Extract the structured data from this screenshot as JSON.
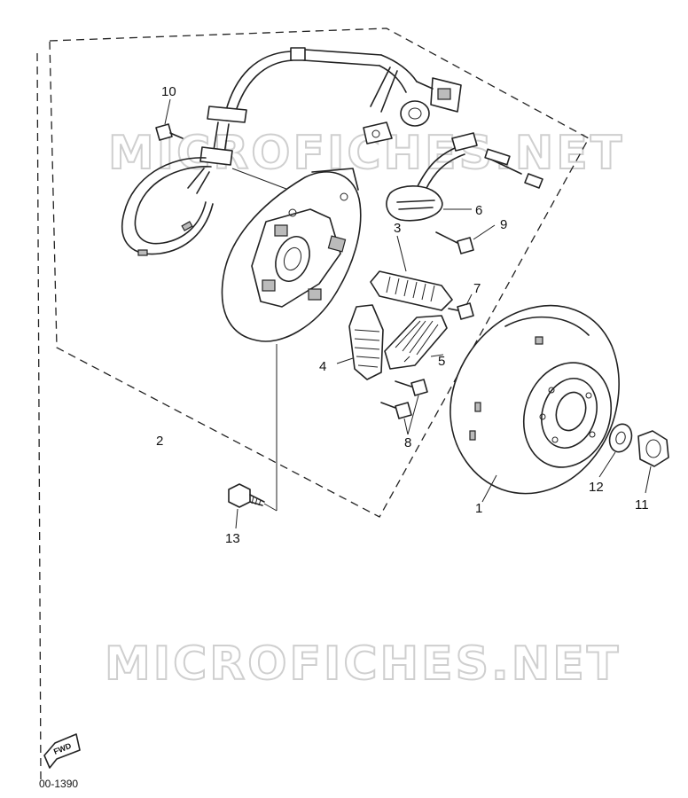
{
  "watermarks": [
    "MICROFICHES.NET",
    "MICROFICHES.NET"
  ],
  "callouts": [
    {
      "id": "1",
      "label": "1"
    },
    {
      "id": "2",
      "label": "2"
    },
    {
      "id": "3",
      "label": "3"
    },
    {
      "id": "4",
      "label": "4"
    },
    {
      "id": "5",
      "label": "5"
    },
    {
      "id": "6",
      "label": "6"
    },
    {
      "id": "7",
      "label": "7"
    },
    {
      "id": "8",
      "label": "8"
    },
    {
      "id": "9",
      "label": "9"
    },
    {
      "id": "10",
      "label": "10"
    },
    {
      "id": "11",
      "label": "11"
    },
    {
      "id": "12",
      "label": "12"
    },
    {
      "id": "13",
      "label": "13"
    }
  ],
  "forward_arrow": {
    "label": "FWD"
  },
  "figure_code": "00-1390",
  "colors": {
    "ink": "#222222",
    "watermark": "#cfcfcf",
    "background": "#ffffff"
  }
}
